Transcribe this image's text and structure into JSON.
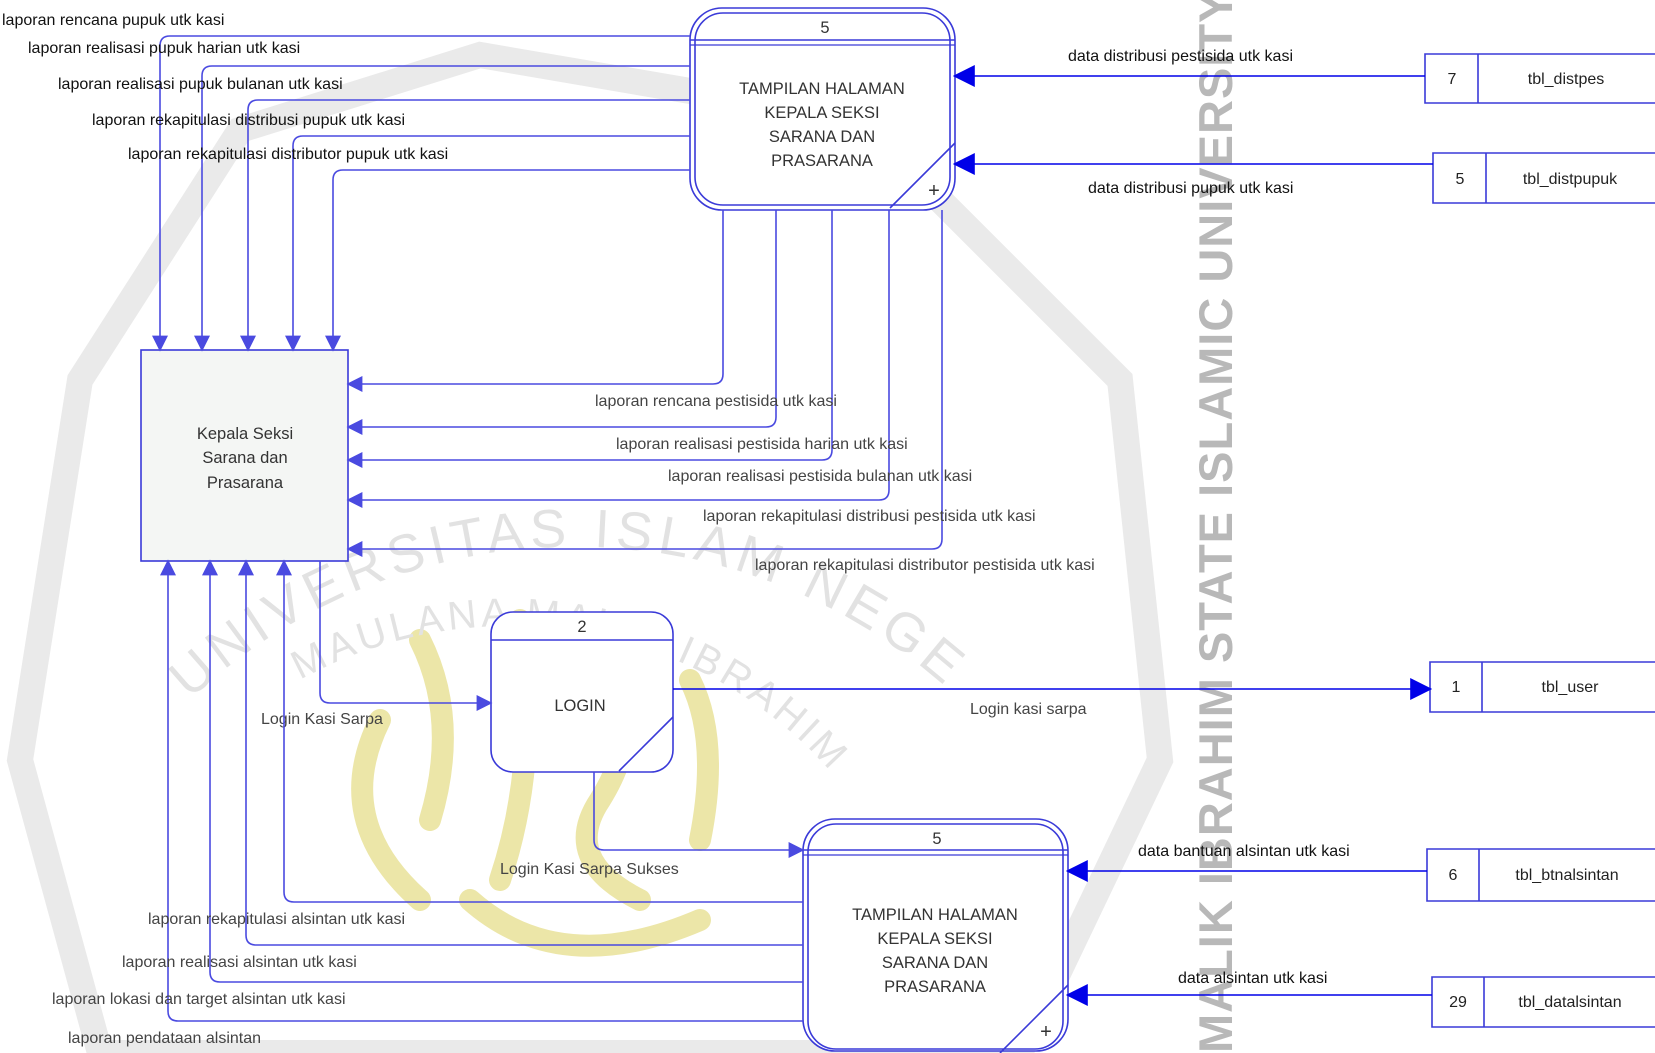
{
  "colors": {
    "flow_line": "#4a4ae0",
    "dark_flow": "#0000e8",
    "box_border": "#3a3ad8",
    "entity_fill": "#f4f6f4",
    "watermark": "#b8b8b8",
    "watermark_logo": "#e7e0a0",
    "text": "#222222"
  },
  "entity": {
    "label_lines": [
      "Kepala Seksi",
      "Sarana dan",
      "Prasarana"
    ]
  },
  "process_top": {
    "number": "5",
    "label_lines": [
      "TAMPILAN HALAMAN",
      "KEPALA SEKSI",
      "SARANA DAN",
      "PRASARANA"
    ],
    "plus": "+"
  },
  "process_login": {
    "number": "2",
    "label": "LOGIN"
  },
  "process_bottom": {
    "number": "5",
    "label_lines": [
      "TAMPILAN HALAMAN",
      "KEPALA SEKSI",
      "SARANA DAN",
      "PRASARANA"
    ],
    "plus": "+"
  },
  "stores": [
    {
      "id": "7",
      "name": "tbl_distpes"
    },
    {
      "id": "5",
      "name": "tbl_distpupuk"
    },
    {
      "id": "1",
      "name": "tbl_user"
    },
    {
      "id": "6",
      "name": "tbl_btnalsintan"
    },
    {
      "id": "29",
      "name": "tbl_datalsintan"
    }
  ],
  "flows_top_left": [
    "laporan rencana pupuk utk kasi",
    "laporan realisasi pupuk harian utk kasi",
    "laporan realisasi pupuk bulanan utk kasi",
    "laporan rekapitulasi distribusi pupuk utk kasi",
    "laporan rekapitulasi distributor pupuk utk kasi"
  ],
  "flows_pestisida": [
    "laporan rencana pestisida utk kasi",
    "laporan realisasi pestisida harian utk kasi",
    "laporan realisasi pestisida bulanan utk kasi",
    "laporan rekapitulasi distribusi pestisida utk kasi",
    "laporan rekapitulasi distributor pestisida utk kasi"
  ],
  "flows_store_top": [
    "data distribusi pestisida utk kasi",
    "data distribusi pupuk utk kasi"
  ],
  "flow_login": "Login Kasi Sarpa",
  "flow_login_store": "Login kasi sarpa",
  "flow_login_success": "Login Kasi Sarpa Sukses",
  "flows_store_bottom": [
    "data bantuan alsintan utk kasi",
    "data alsintan utk kasi"
  ],
  "flows_alsintan": [
    "laporan rekapitulasi alsintan utk kasi",
    "laporan realisasi alsintan utk kasi",
    "laporan lokasi dan target alsintan utk kasi",
    "laporan pendataan alsintan"
  ],
  "watermark": {
    "vertical": "MALIK IBRAHIM STATE ISLAMIC UNIVERSITY OF M",
    "arc_outer": "UNIVERSITAS ISLAM NEGERI",
    "arc_inner": "MAULANA MALIK IBRAHIM"
  }
}
